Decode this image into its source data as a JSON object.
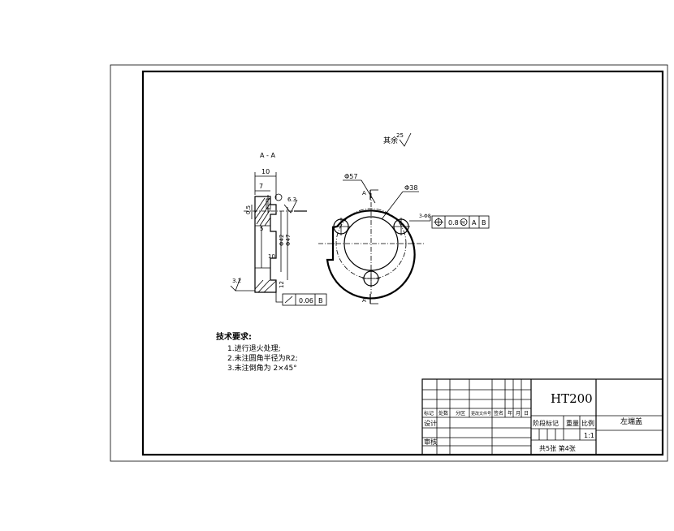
{
  "section_label": "A - A",
  "roughness_note": {
    "label": "其余",
    "value": "25"
  },
  "dimensions": {
    "width_10": "10",
    "width_7": "7",
    "chamfer_05": "0.5",
    "roughness_63": "6.3",
    "dim_5": "5",
    "dim_10": "10",
    "phi42": "Φ42",
    "phi47": "Φ47",
    "roughness_32": "3.2",
    "dim_12": "12",
    "dia57": "Φ57",
    "dia38": "Φ38",
    "holes": "3-Φ8",
    "section_a_top": "A",
    "section_a_bottom": "A"
  },
  "runout_frame": {
    "value": "0.06",
    "datum": "B"
  },
  "position_frame": {
    "tolerance": "0.8",
    "modifier": "M",
    "datum1": "A",
    "datum2": "B"
  },
  "tech_requirements": {
    "title": "技术要求:",
    "items": [
      "1.进行退火处理;",
      "2.未注圆角半径为R2;",
      "3.未注倒角为 2×45°"
    ]
  },
  "title_block": {
    "material": "HT200",
    "part_name": "左端盖",
    "header_cells": [
      "标记",
      "处数",
      "分区",
      "更改文件号",
      "签名",
      "年",
      "月",
      "日"
    ],
    "stage_label": "阶段标记",
    "weight_label": "重量",
    "scale_label": "比例",
    "scale_value": "1:1",
    "sheet_info": "共5张 第4张",
    "design_label": "设计",
    "review_label": "审核"
  }
}
